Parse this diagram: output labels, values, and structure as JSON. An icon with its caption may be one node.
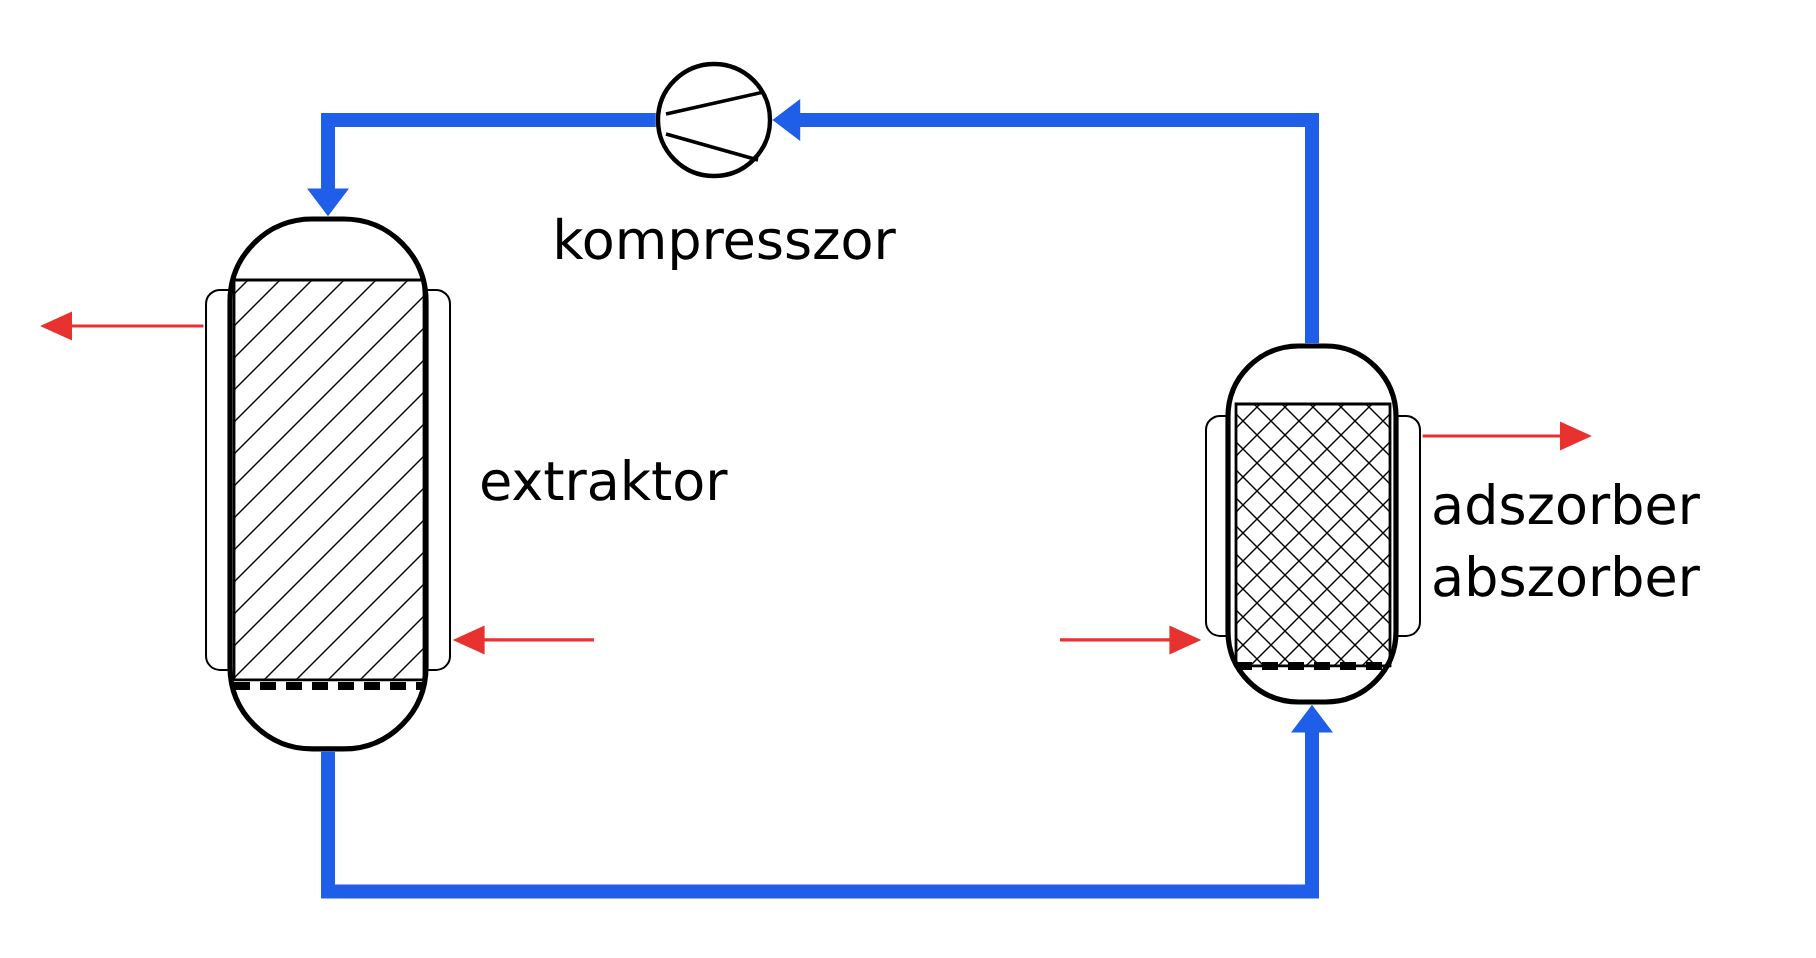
{
  "diagram": {
    "nodes": [
      {
        "text": [
          "kompresszor"
        ]
      },
      {
        "text": [
          "extraktor"
        ]
      },
      {
        "text": [
          "adszorber abszorber"
        ]
      }
    ],
    "edges": [
      {
        "from": 0,
        "to": 1,
        "arrow": "to",
        "style": "thick",
        "color": "#1f5ee8"
      },
      {
        "from": 2,
        "to": 0,
        "arrow": "to",
        "style": "thick",
        "color": "#1f5ee8"
      },
      {
        "from": 1,
        "to": 2,
        "arrow": "to",
        "style": "thick",
        "color": "#1f5ee8"
      },
      {
        "from": 1,
        "to": null,
        "arrow": "to",
        "color": "#e8322f"
      },
      {
        "from": null,
        "to": 1,
        "arrow": "to",
        "color": "#e8322f"
      },
      {
        "from": null,
        "to": 2,
        "arrow": "to",
        "color": "#e8322f"
      },
      {
        "from": 2,
        "to": null,
        "arrow": "to",
        "color": "#e8322f"
      }
    ]
  }
}
